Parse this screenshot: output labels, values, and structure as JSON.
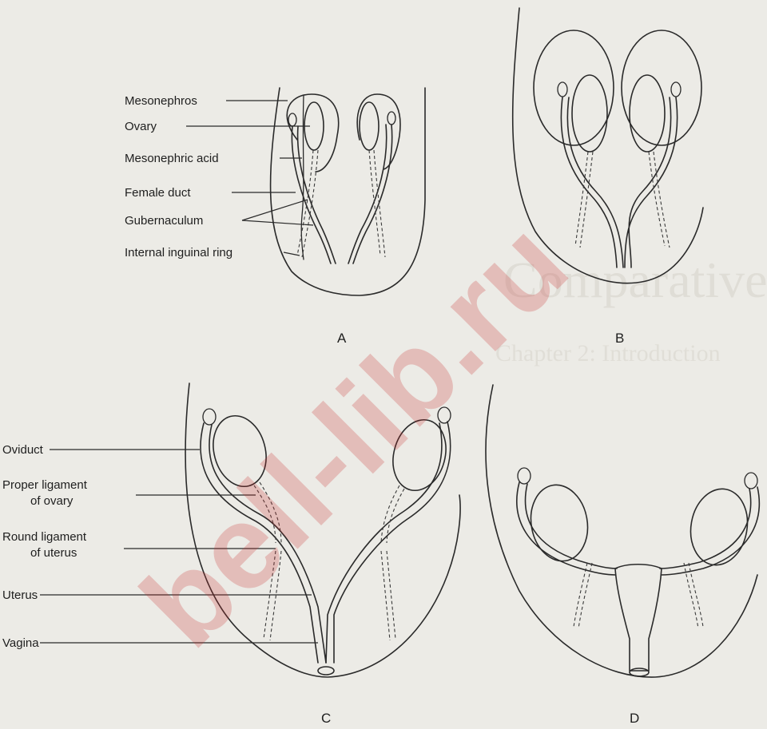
{
  "panels": {
    "a": "A",
    "b": "B",
    "c": "C",
    "d": "D"
  },
  "labels_a": {
    "mesonephros": "Mesonephros",
    "ovary": "Ovary",
    "mesonephric_duct": "Mesonephric acid",
    "female_duct": "Female duct",
    "gubernaculum": "Gubernaculum",
    "internal_inguinal_ring": "Internal inguinal ring"
  },
  "labels_c": {
    "oviduct": "Oviduct",
    "proper_ligament_line1": "Proper ligament",
    "proper_ligament_line2": "of ovary",
    "round_ligament_line1": "Round ligament",
    "round_ligament_line2": "of uterus",
    "uterus": "Uterus",
    "vagina": "Vagina"
  },
  "background_text": {
    "heading": "Comparative Anatomy",
    "subheading": "Chapter 2: Introduction"
  },
  "watermark": "bell-lib.ru"
}
